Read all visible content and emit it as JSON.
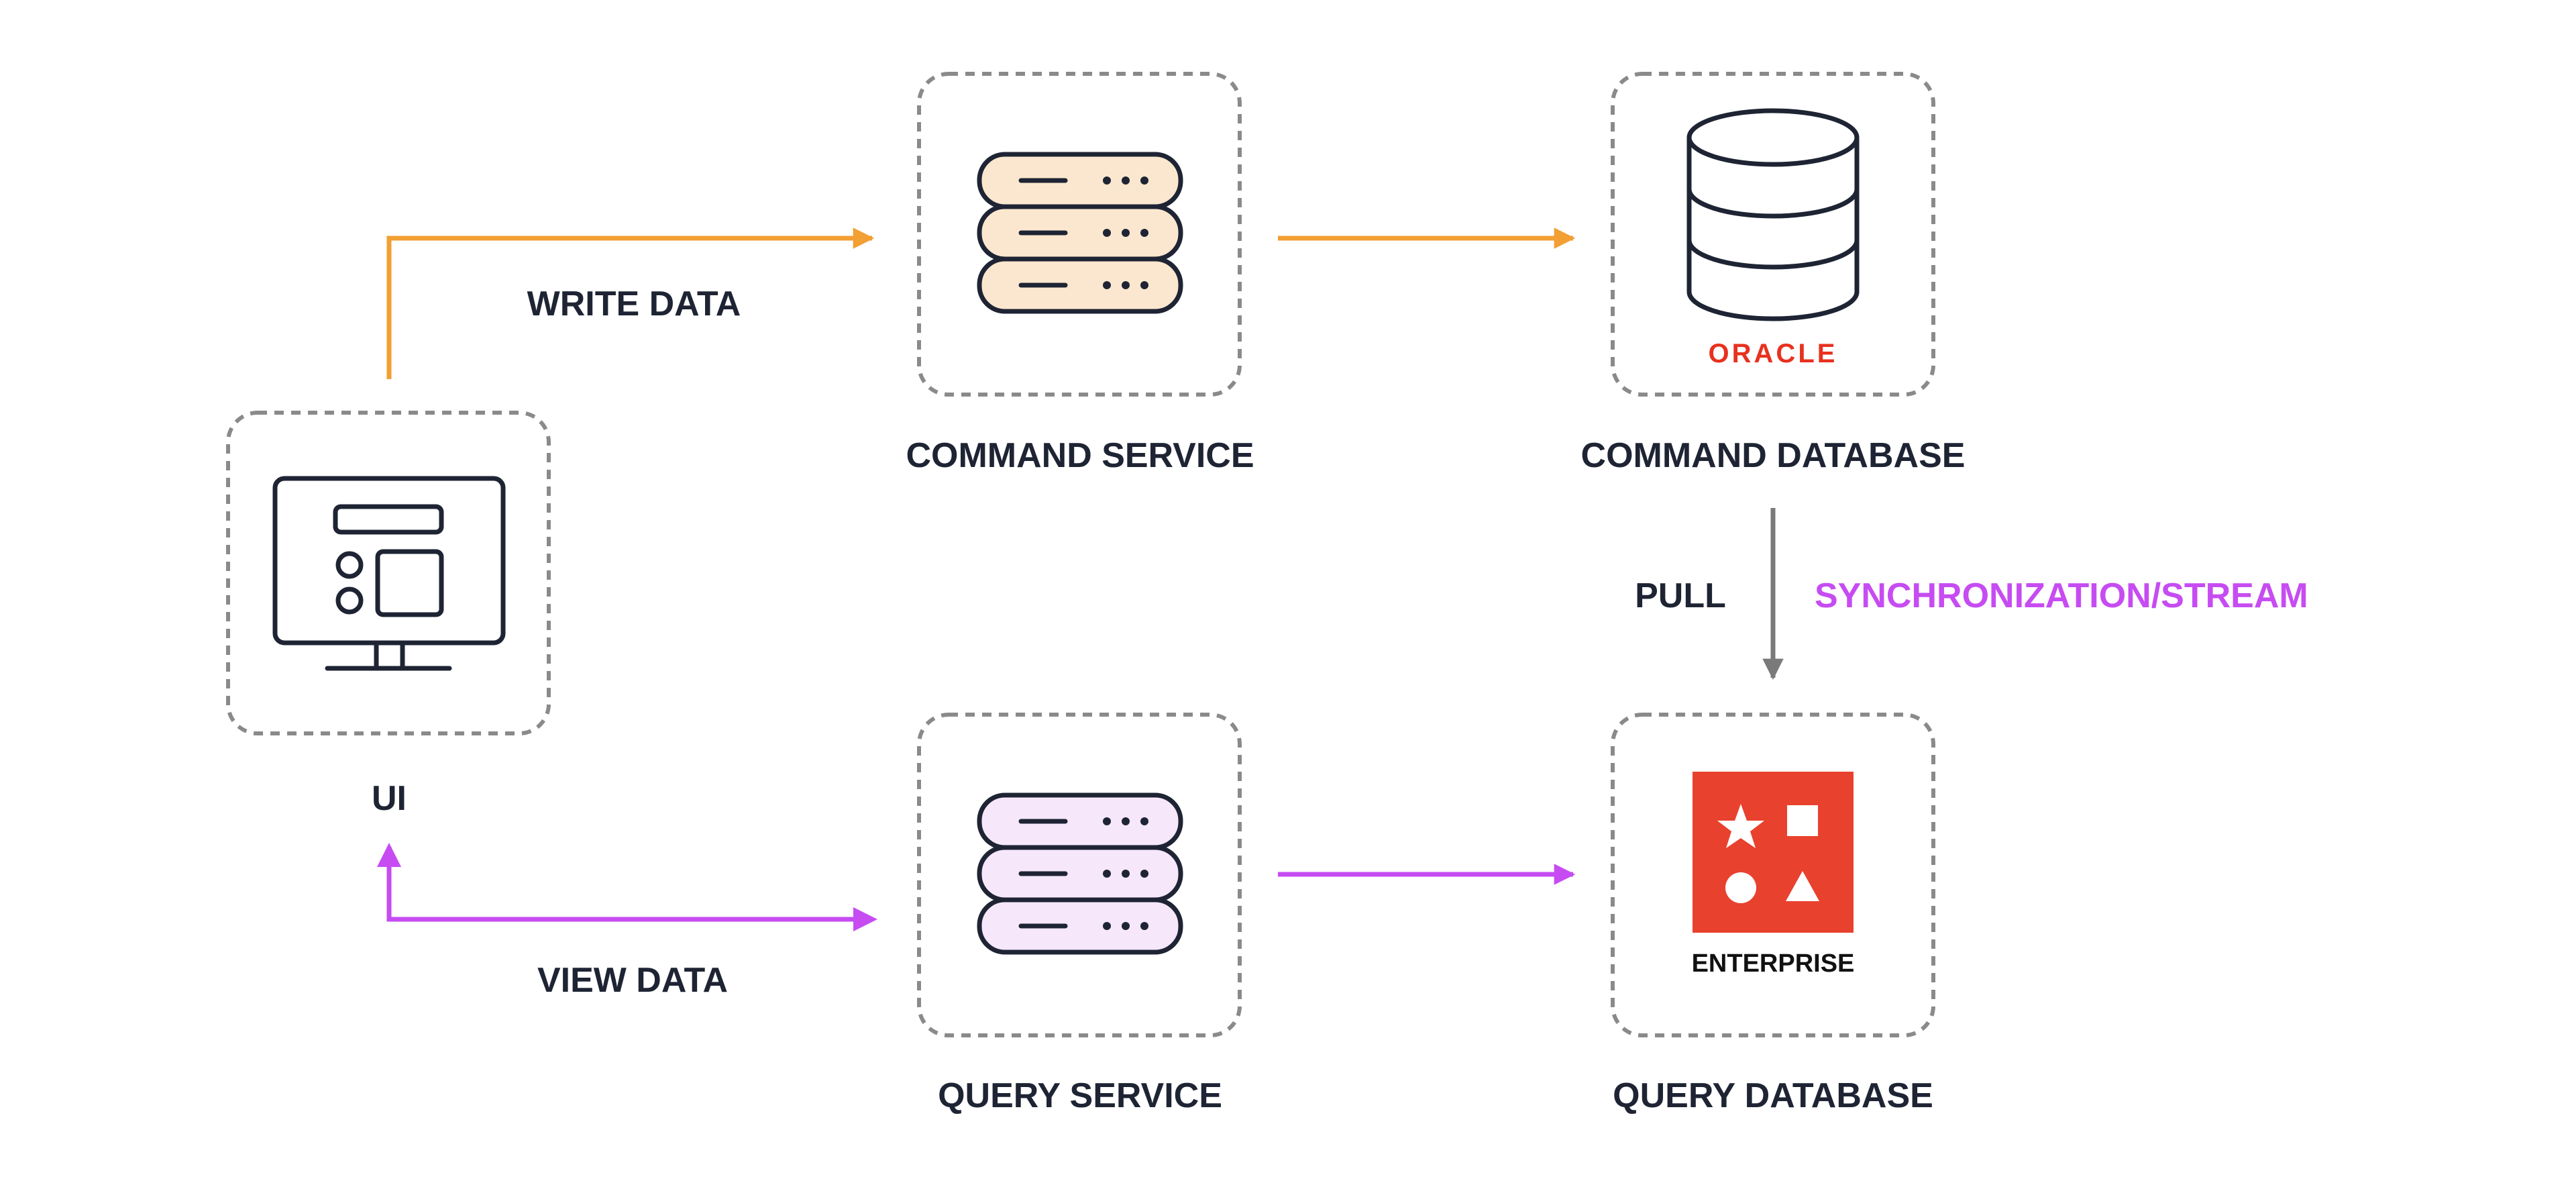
{
  "nodes": {
    "ui": {
      "label": "UI",
      "icon": "monitor-icon"
    },
    "command_service": {
      "label": "COMMAND SERVICE",
      "icon": "server-stack-icon"
    },
    "command_database": {
      "label": "COMMAND DATABASE",
      "icon": "database-cylinder-icon",
      "logo_text": "ORACLE"
    },
    "query_service": {
      "label": "QUERY SERVICE",
      "icon": "server-stack-icon"
    },
    "query_database": {
      "label": "QUERY DATABASE",
      "icon": "enterprise-shapes-icon",
      "logo_text": "ENTERPRISE"
    }
  },
  "edges": {
    "write": {
      "label": "WRITE DATA",
      "from": "UI",
      "to": "COMMAND SERVICE",
      "color": "#f29f33"
    },
    "command_to_db": {
      "from": "COMMAND SERVICE",
      "to": "COMMAND DATABASE",
      "color": "#f29f33"
    },
    "pull": {
      "label": "PULL",
      "from": "COMMAND DATABASE",
      "to": "QUERY DATABASE",
      "color": "#7a7a7a"
    },
    "sync": {
      "label": "SYNCHRONIZATION/STREAM",
      "color": "#c64cf2"
    },
    "query_to_db": {
      "from": "QUERY SERVICE",
      "to": "QUERY DATABASE",
      "color": "#c64cf2"
    },
    "view": {
      "label": "VIEW DATA",
      "from": "QUERY SERVICE",
      "to": "UI",
      "color": "#c64cf2"
    }
  },
  "colors": {
    "write_accent": "#f29f33",
    "read_accent": "#c64cf2",
    "command_server_fill": "#fbe7cf",
    "query_server_fill": "#f6e7fb",
    "oracle_red": "#e8311f",
    "enterprise_red": "#e8412d",
    "ink": "#1e2433",
    "dashed_border": "#8a8a8a"
  }
}
